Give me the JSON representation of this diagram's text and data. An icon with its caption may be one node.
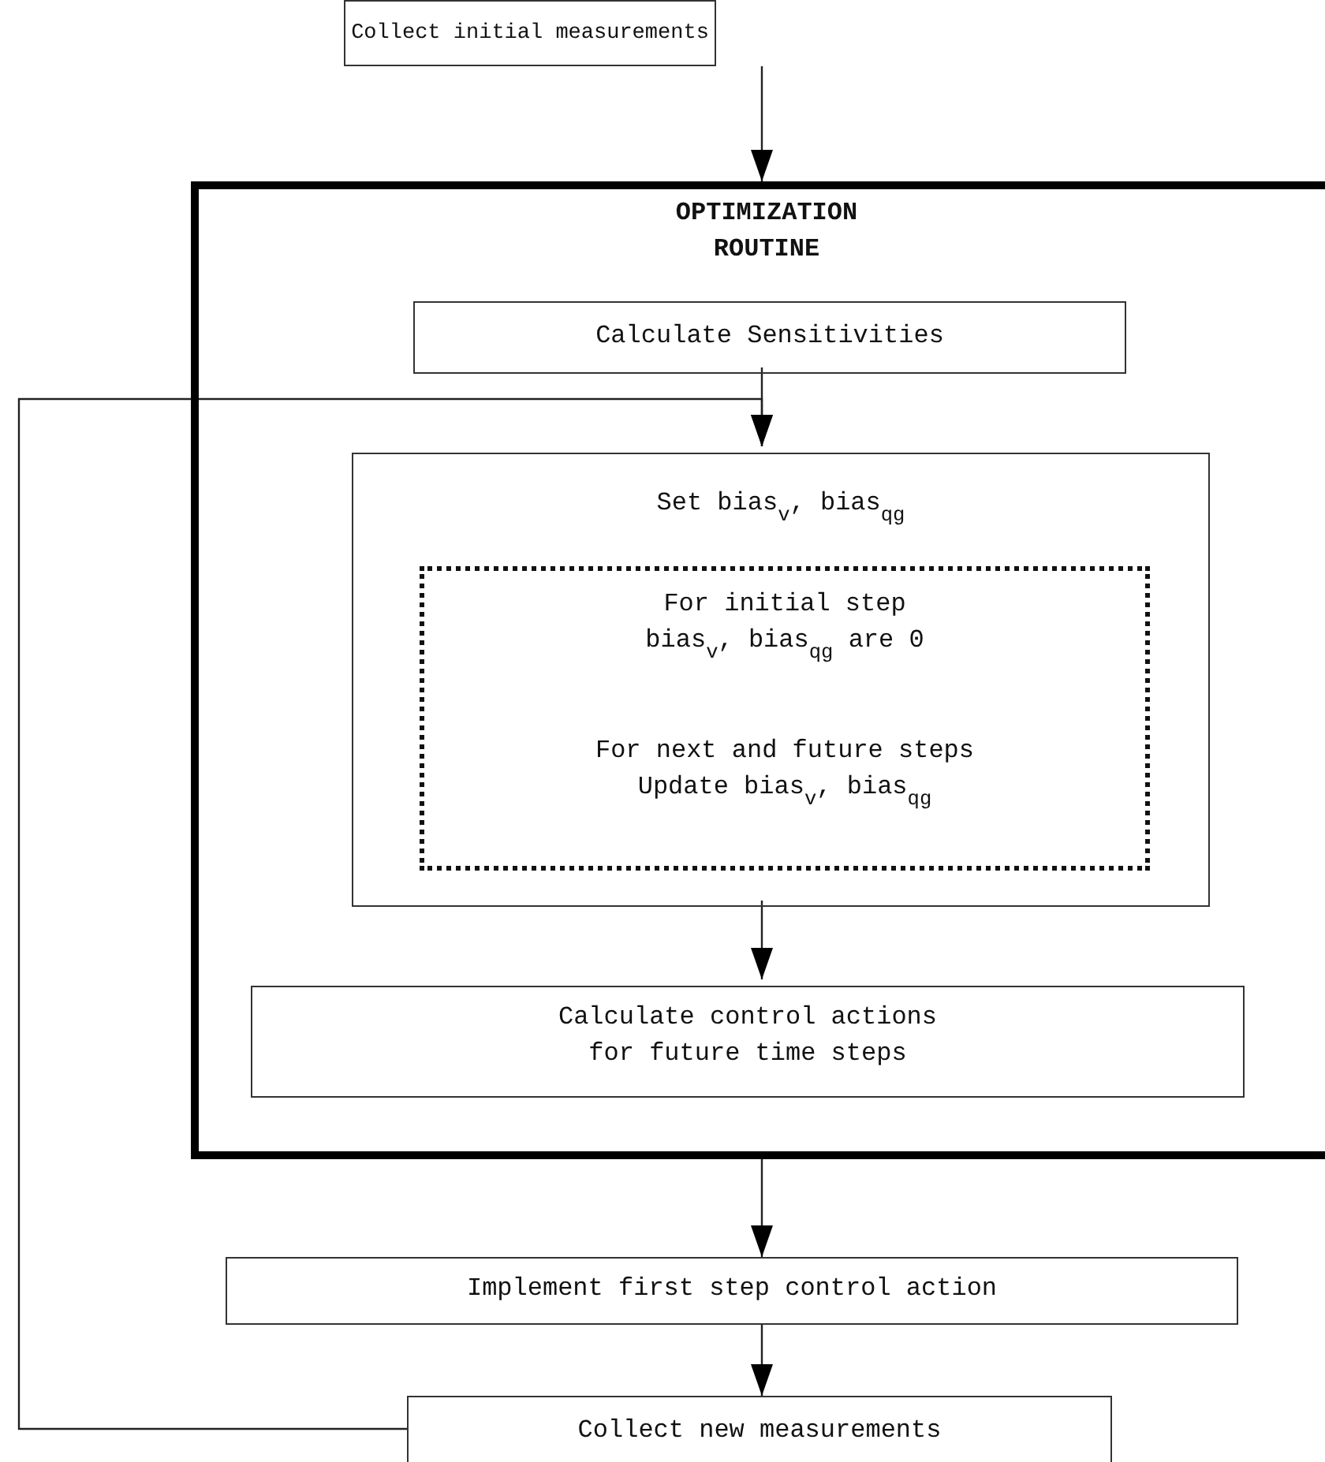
{
  "diagram": {
    "nodes": [
      {
        "text": [
          "Collect initial measurements"
        ]
      },
      {
        "text": [
          "OPTIMIZATION ROUTINE"
        ]
      },
      {
        "text": [
          "Calculate Sensitivities"
        ],
        "in": 1
      },
      {
        "text": [
          "Set bias$_{v}$, bias$_{qg}$"
        ],
        "in": 1
      },
      {
        "text": [
          "For initial step bias$_{v}$, bias$_{qg}$ are 0",
          "For next and future steps Update bias$_{v}$, bias$_{qg}$"
        ],
        "in": 3
      },
      {
        "text": [
          "Calculate control actions for future time steps"
        ],
        "in": 1
      },
      {
        "text": [
          "Implement first step control action"
        ]
      },
      {
        "text": [
          "Collect new measurements"
        ]
      }
    ],
    "edges": [
      {
        "from": 0,
        "to": 1,
        "arrow": "to"
      },
      {
        "from": 2,
        "to": 3,
        "arrow": "to"
      },
      {
        "from": 7,
        "to": 3,
        "arrow": "to"
      },
      {
        "from": 3,
        "to": 5,
        "arrow": "to"
      },
      {
        "from": 1,
        "to": 6,
        "arrow": "to"
      },
      {
        "from": 6,
        "to": 7,
        "arrow": "to"
      }
    ]
  }
}
